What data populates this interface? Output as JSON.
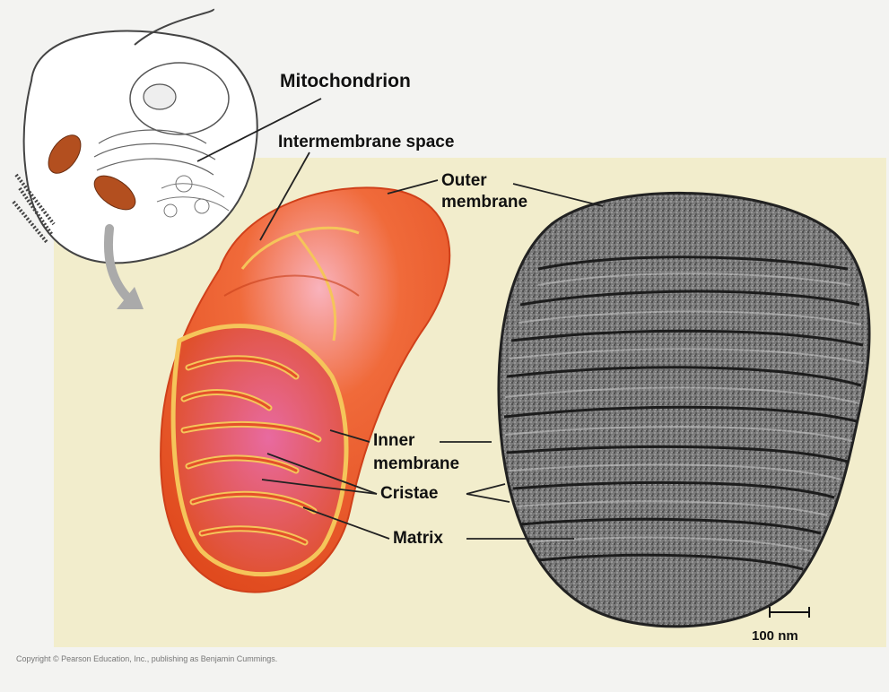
{
  "labels": {
    "title": "Mitochondrion",
    "intermembrane_space": "Intermembrane space",
    "outer_membrane_1": "Outer",
    "outer_membrane_2": "membrane",
    "inner_membrane_1": "Inner",
    "inner_membrane_2": "membrane",
    "cristae": "Cristae",
    "matrix": "Matrix",
    "scale_bar": "100 nm"
  },
  "copyright": "Copyright © Pearson Education, Inc., publishing as Benjamin Cummings.",
  "colors": {
    "panel_background": "#f2edcc",
    "page_background": "#f3f3f1",
    "mitochondrion_outer": "#e8502a",
    "mitochondrion_highlight": "#f7a7b0",
    "membrane_yellow": "#f5c55a",
    "micrograph_gray": "#6e6e6e",
    "leader_lines": "#222222"
  }
}
